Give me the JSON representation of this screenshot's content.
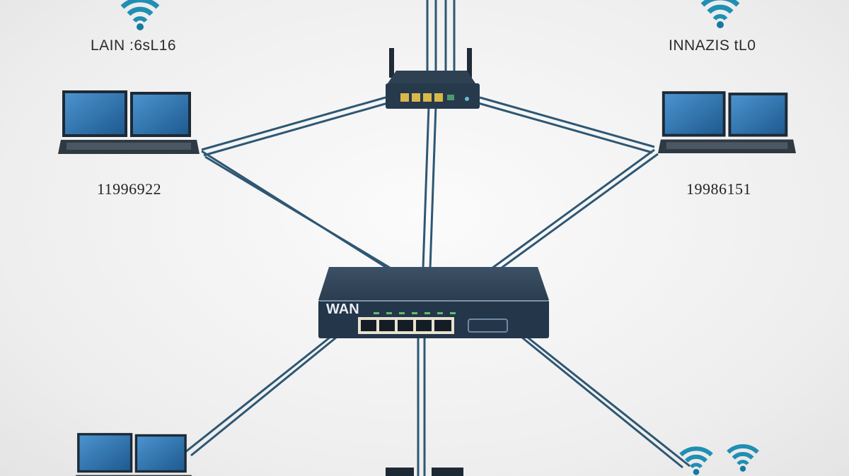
{
  "labels": {
    "top_left_network": "LAIN :6sL16",
    "top_right_network": "INNAZIS tL0",
    "left_pc_address": "11996922",
    "right_pc_address": "19986151",
    "switch_label": "WAN"
  },
  "icons": [
    "wifi-icon",
    "router-icon",
    "switch-icon",
    "laptop-icon"
  ],
  "colors": {
    "cable": "#2e5773",
    "device_body": "#263a4f",
    "wifi": "#1f8fb3",
    "screen": "#2f73ad"
  }
}
